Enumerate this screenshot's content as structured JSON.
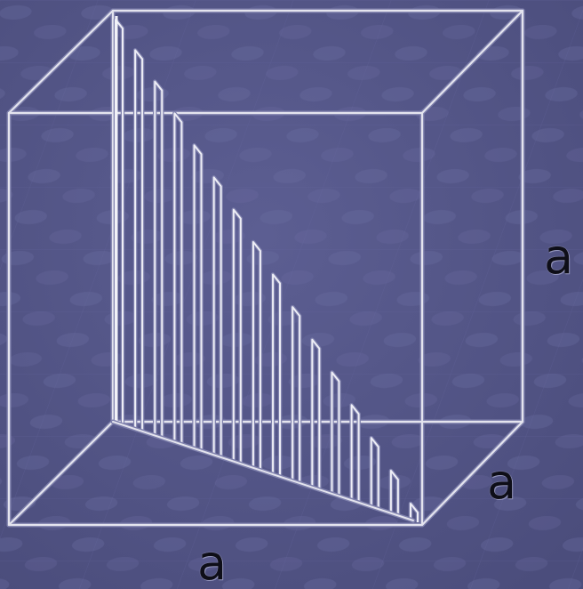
{
  "figure": {
    "labels": {
      "height": "a",
      "depth": "a",
      "width": "a"
    },
    "colors": {
      "background": "#545687",
      "edge": "#e4e4ee",
      "edge_shadow": "#7f81ad",
      "label": "#0e0e18"
    }
  }
}
